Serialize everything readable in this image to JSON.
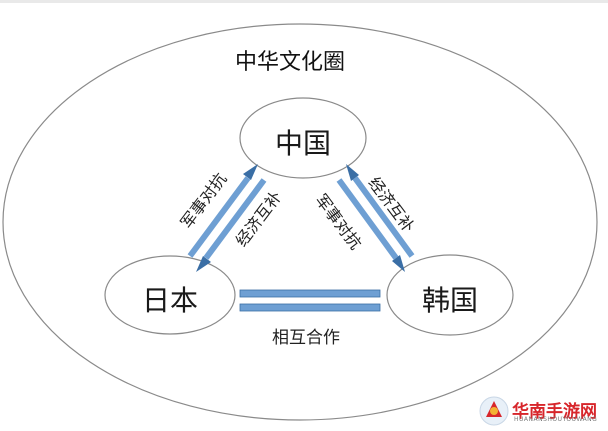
{
  "diagram": {
    "outer_title": "中华文化圈",
    "nodes": {
      "china": "中国",
      "japan": "日本",
      "korea": "韩国"
    },
    "edges": {
      "china_japan": {
        "label_left": "军事对抗",
        "label_right": "经济互补"
      },
      "china_korea": {
        "label_left": "军事对抗",
        "label_right": "经济互补"
      },
      "japan_korea": {
        "label": "相互合作"
      }
    }
  },
  "watermark": {
    "brand": "华南手游网",
    "domain": "HUANANSHOUYOUWANG"
  },
  "colors": {
    "arrow_fill": "#6e9fd3",
    "arrow_stroke": "#3a6ea5",
    "ellipse_stroke": "#8a8a8a",
    "brand_red": "#d7262b"
  }
}
